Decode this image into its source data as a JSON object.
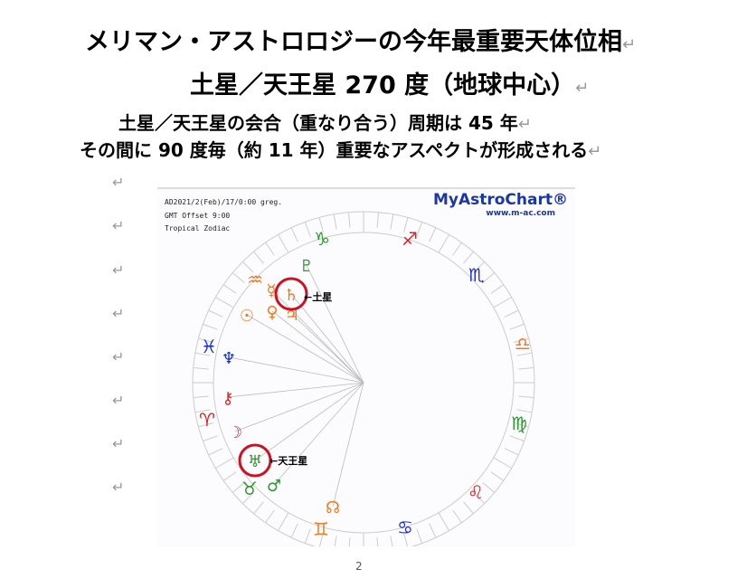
{
  "title1": "メリマン・アストロロジーの今年最重要天体位相",
  "title2": "土星／天王星 270 度（地球中心）",
  "line3": "土星／天王星の会合（重なり合う）周期は 45 年",
  "line4": "その間に 90 度毎（約 11 年）重要なアスペクトが形成される",
  "return_mark": "↵",
  "chart": {
    "date": "AD2021/2(Feb)/17/0:00 greg.",
    "gmt": "GMT Offset 9:00",
    "zodiac": "Tropical Zodiac",
    "logo": "MyAstroChart®",
    "url": "www.m-ac.com",
    "saturn_label": "←土星",
    "uranus_label": "←天王星",
    "signs": [
      {
        "g": "♑",
        "c": "#2a9a2a"
      },
      {
        "g": "♐",
        "c": "#e02020"
      },
      {
        "g": "♏",
        "c": "#1a2ad0"
      },
      {
        "g": "♎",
        "c": "#f07a20"
      },
      {
        "g": "♍",
        "c": "#2a9a2a"
      },
      {
        "g": "♌",
        "c": "#e02020"
      },
      {
        "g": "♋",
        "c": "#1a2ad0"
      },
      {
        "g": "♊",
        "c": "#f07a20"
      },
      {
        "g": "♉",
        "c": "#2a9a2a"
      },
      {
        "g": "♈",
        "c": "#e02020"
      },
      {
        "g": "♓",
        "c": "#1a2ad0"
      },
      {
        "g": "♒",
        "c": "#f07a20"
      }
    ],
    "planets": [
      {
        "name": "pluto",
        "g": "♇",
        "c": "#2a9a2a"
      },
      {
        "name": "mercury",
        "g": "☿",
        "c": "#f07a20"
      },
      {
        "name": "saturn",
        "g": "♄",
        "c": "#f07a20"
      },
      {
        "name": "venus",
        "g": "♀",
        "c": "#f07a20"
      },
      {
        "name": "jupiter",
        "g": "♃",
        "c": "#f07a20"
      },
      {
        "name": "sun",
        "g": "☉",
        "c": "#f07a20"
      },
      {
        "name": "neptune",
        "g": "♆",
        "c": "#1a2ad0"
      },
      {
        "name": "chiron",
        "g": "⚷",
        "c": "#e02020"
      },
      {
        "name": "moon",
        "g": "☽",
        "c": "#e02020"
      },
      {
        "name": "uranus",
        "g": "♅",
        "c": "#2a9a2a"
      },
      {
        "name": "mars",
        "g": "♂",
        "c": "#2a9a2a"
      },
      {
        "name": "node",
        "g": "☊",
        "c": "#f07a20"
      }
    ]
  },
  "page_number": "2"
}
